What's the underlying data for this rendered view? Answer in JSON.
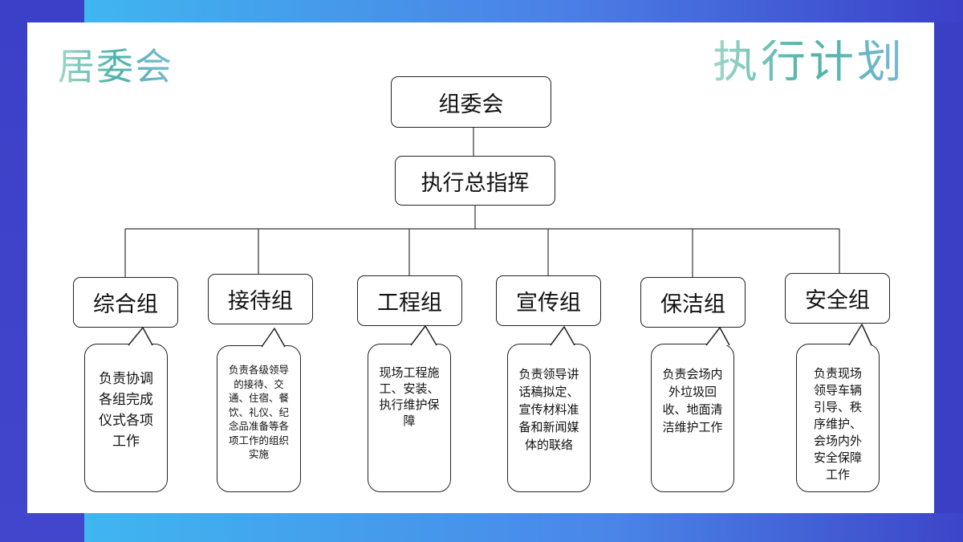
{
  "header": {
    "left_title": "居委会",
    "right_title": "执行计划"
  },
  "org": {
    "top": "组委会",
    "commander": "执行总指挥",
    "groups": [
      {
        "name": "综合组",
        "duty": "负责协调各组完成仪式各项工作"
      },
      {
        "name": "接待组",
        "duty": "负责各级领导的接待、交通、住宿、餐饮、礼仪、纪念品准备等各项工作的组织实施"
      },
      {
        "name": "工程组",
        "duty": "现场工程施工、安装、执行维护保障"
      },
      {
        "name": "宣传组",
        "duty": "负责领导讲话稿拟定、宣传材料准备和新闻媒体的联络"
      },
      {
        "name": "保洁组",
        "duty": "负责会场内外垃圾回收、地面清洁维护工作"
      },
      {
        "name": "安全组",
        "duty": "负责现场领导车辆引导、秩序维护、会场内外安全保障工作"
      }
    ]
  }
}
